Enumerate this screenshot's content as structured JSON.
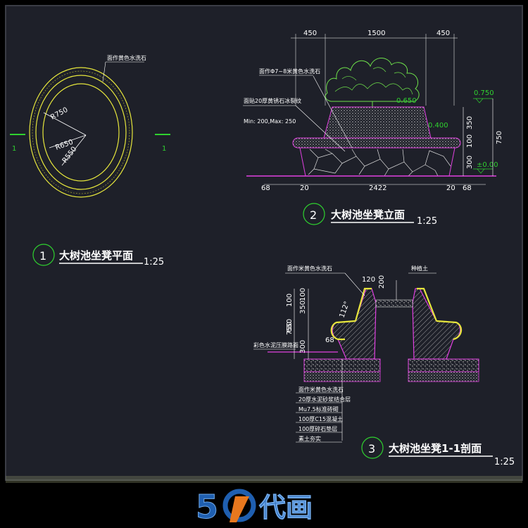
{
  "plan": {
    "note_finish": "面作黄色水洗石",
    "r750": "R750",
    "r650": "R650",
    "r550": "R550",
    "axis_left": "1",
    "axis_right": "1",
    "title_num": "1",
    "title": "大树池坐凳平面",
    "scale": "1:25"
  },
  "elev": {
    "dim_top": [
      "450",
      "1500",
      "450"
    ],
    "note_top": "面作Φ7~8米黄色水洗石",
    "note_mid_1": "面贴20厚黄锈石冰裂纹",
    "note_mid_2": "Min: 200,Max: 250",
    "lvl_650": "0.650",
    "lvl_750": "0.750",
    "lvl_400": "0.400",
    "lvl_000": "±0.00",
    "dim_right": [
      "350",
      "100",
      "300"
    ],
    "dim_total": "750",
    "dim_bottom": [
      "68",
      "20",
      "2422",
      "20",
      "68"
    ],
    "title_num": "2",
    "title": "大树池坐凳立面",
    "scale": "1:25"
  },
  "section": {
    "note_top": "面作米黄色水洗石",
    "note_soil": "种植土",
    "dim_120": "120",
    "dim_200": "200",
    "angle": "112°",
    "dim_left": [
      "100",
      "350",
      "650",
      "300",
      "100"
    ],
    "dim_total": "750",
    "dim_68": "68",
    "note_side": "彩色水泥压膜路面",
    "layers": [
      "面作米黄色水洗石",
      "20厚水泥砂浆结合层",
      "Mu7.5标准砖砌",
      "100厚C15混凝土",
      "100厚碎石垫层",
      "素土夯实"
    ],
    "title_num": "3",
    "title": "大树池坐凳1-1剖面",
    "scale": "1:25"
  },
  "logo": {
    "digits": "5",
    "text": "代画"
  }
}
